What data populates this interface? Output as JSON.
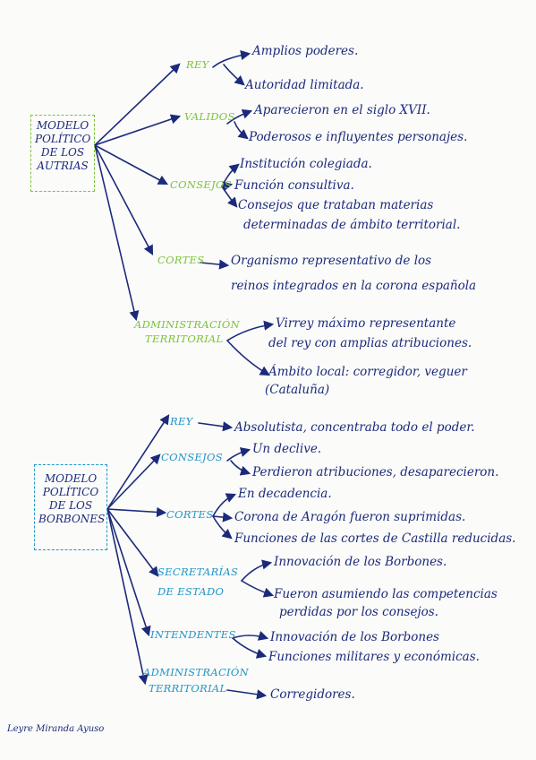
{
  "diagram": {
    "roots": [
      {
        "id": "austrias",
        "lines": [
          "MODELO",
          "POLÍTICO",
          "DE LOS",
          "AUTRIAS"
        ]
      },
      {
        "id": "borbones",
        "lines": [
          "MODELO",
          "POLÍTICO",
          "DE LOS",
          "BORBONES"
        ]
      }
    ],
    "austrias": {
      "rey": {
        "label": "REY",
        "items": [
          "Amplios poderes.",
          "Autoridad limitada."
        ]
      },
      "validos": {
        "label": "VALIDOS",
        "items": [
          "Aparecieron en el siglo XVII.",
          "Poderosos e influyentes personajes."
        ]
      },
      "consejos": {
        "label": "CONSEJOS",
        "items": [
          "Institución colegiada.",
          "Función consultiva.",
          "Consejos que trataban materias",
          "determinadas de ámbito territorial."
        ]
      },
      "cortes": {
        "label": "CORTES",
        "items": [
          "Organismo representativo de los",
          "reinos integrados en la corona española"
        ]
      },
      "admin": {
        "label_lines": [
          "ADMINISTRACIÓN",
          "TERRITORIAL"
        ],
        "items": [
          "Virrey máximo representante",
          "del rey con amplias atribuciones.",
          "Ámbito local: corregidor, veguer",
          "(Cataluña)"
        ]
      }
    },
    "borbones": {
      "rey": {
        "label": "REY",
        "items": [
          "Absolutista, concentraba todo el poder."
        ]
      },
      "consejos": {
        "label": "CONSEJOS",
        "items": [
          "Un declive.",
          "Perdieron atribuciones, desaparecieron."
        ]
      },
      "cortes": {
        "label": "CORTES",
        "items": [
          "En decadencia.",
          "Corona de Aragón fueron suprimidas.",
          "Funciones de las cortes de Castilla reducidas."
        ]
      },
      "secretarias": {
        "label_lines": [
          "SECRETARÍAS",
          "DE ESTADO"
        ],
        "items": [
          "Innovación de los Borbones.",
          "Fueron asumiendo las competencias",
          "perdidas por los consejos."
        ]
      },
      "intendentes": {
        "label": "INTENDENTES",
        "items": [
          "Innovación de los Borbones",
          "Funciones militares y económicas."
        ]
      },
      "admin": {
        "label_lines": [
          "ADMINISTRACIÓN",
          "TERRITORIAL"
        ],
        "items": [
          "Corregidores."
        ]
      }
    },
    "signature": "Leyre Miranda Ayuso",
    "colors": {
      "ink": "#1b2a7a",
      "austrias_accent": "#7cc33a",
      "borbones_accent": "#1f96c8",
      "paper": "#fbfbfa"
    }
  }
}
